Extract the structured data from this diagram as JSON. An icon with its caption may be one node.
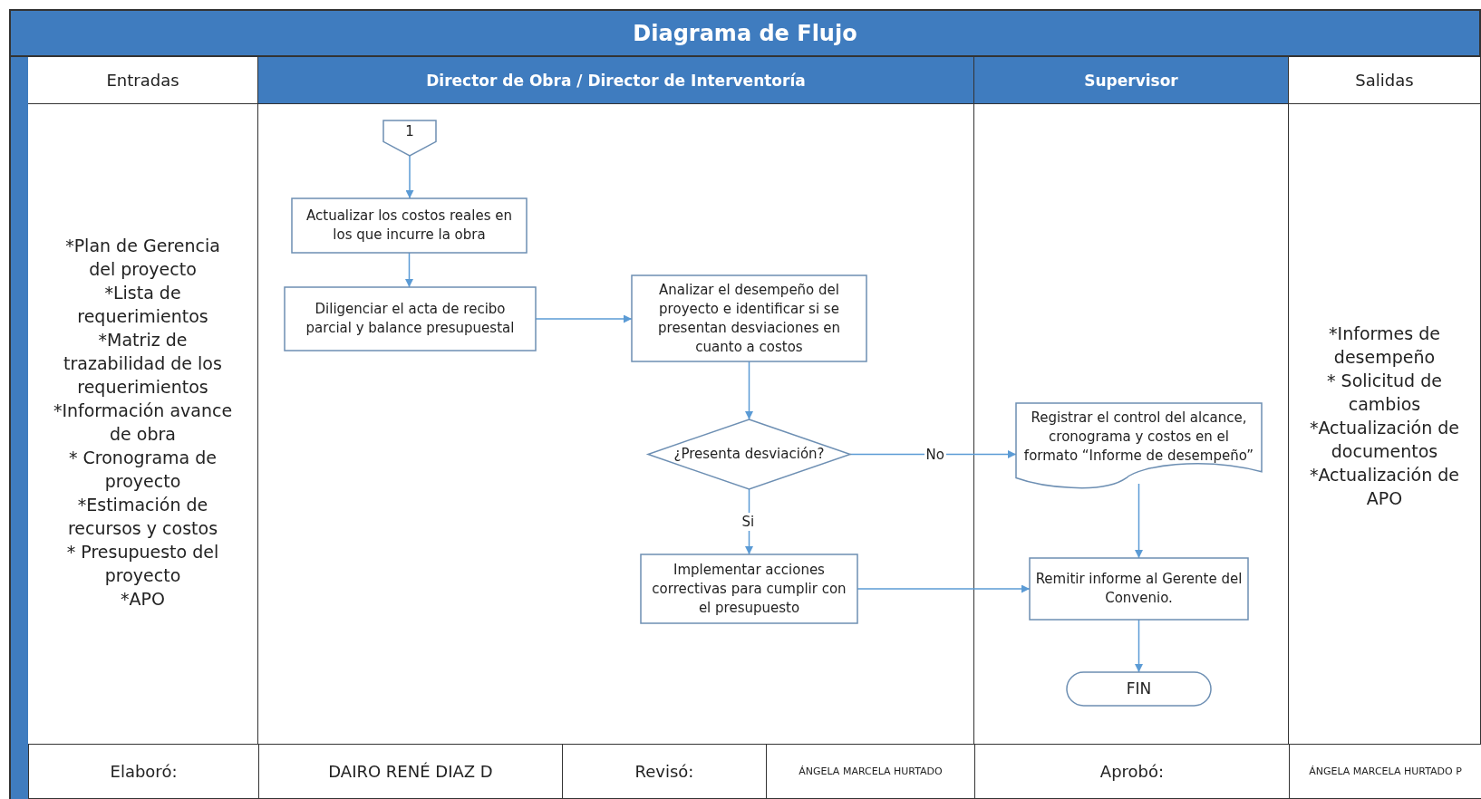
{
  "diagram": {
    "title": "Diagrama de Flujo",
    "nodes": [
      {
        "text": [
          "Entradas",
          "*Plan de Gerencia del proyecto",
          "*Lista de requerimientos",
          "*Matriz de trazabilidad de los requerimientos",
          "*Información avance de obra",
          "* Cronograma de proyecto",
          "*Estimación de recursos y costos",
          "* Presupuesto del proyecto",
          "*APO"
        ]
      },
      {
        "text": [
          "Director de Obra / Director de Interventoría"
        ]
      },
      {
        "text": [
          "Supervisor"
        ]
      },
      {
        "text": [
          "Salidas",
          "*Informes de desempeño",
          "* Solicitud de cambios",
          "*Actualización de documentos",
          "*Actualización de APO"
        ]
      },
      {
        "text": [
          "1"
        ],
        "in": 1
      },
      {
        "text": [
          "Actualizar los costos reales en los que incurre la obra"
        ],
        "in": 1
      },
      {
        "text": [
          "Diligenciar el acta de recibo parcial y balance presupuestal"
        ],
        "in": 1
      },
      {
        "text": [
          "Analizar el desempeño del proyecto e identificar si se presentan desviaciones en cuanto a costos"
        ],
        "in": 1
      },
      {
        "text": [
          "¿Presenta desviación?"
        ],
        "in": 1
      },
      {
        "text": [
          "Implementar acciones correctivas para cumplir con el presupuesto"
        ],
        "in": 1
      },
      {
        "text": [
          "Registrar el control del alcance, cronograma y costos en el formato “Informe de desempeño”"
        ],
        "in": 2
      },
      {
        "text": [
          "Remitir informe al Gerente del Convenio."
        ],
        "in": 2
      },
      {
        "text": [
          "FIN"
        ],
        "in": 2
      }
    ],
    "edges": [
      {
        "from": 4,
        "to": 5,
        "arrow": "to"
      },
      {
        "from": 5,
        "to": 6,
        "arrow": "to"
      },
      {
        "from": 6,
        "to": 7,
        "arrow": "to"
      },
      {
        "from": 7,
        "to": 8,
        "arrow": "to"
      },
      {
        "from": 8,
        "to": 10,
        "arrow": "to",
        "label": "No"
      },
      {
        "from": 8,
        "to": 9,
        "arrow": "to",
        "label": "Si"
      },
      {
        "from": 9,
        "to": 11,
        "arrow": "to"
      },
      {
        "from": 10,
        "to": 11,
        "arrow": "to"
      },
      {
        "from": 11,
        "to": 12,
        "arrow": "to"
      }
    ],
    "labels": [
      "Elaboró:",
      "DAIRO RENÉ DIAZ D",
      "Revisó:",
      "ÁNGELA MARCELA HURTADO",
      "Aprobó:",
      "ÁNGELA MARCELA HURTADO P"
    ]
  }
}
